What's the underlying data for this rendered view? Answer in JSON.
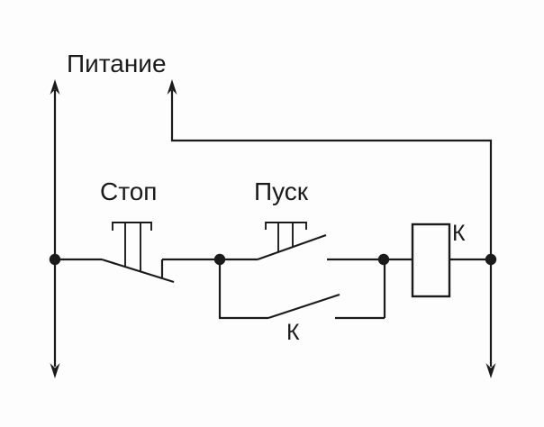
{
  "diagram": {
    "type": "electrical-schematic",
    "description_visible_text_only": true,
    "labels": {
      "power": "Питание",
      "stop_button": "Стоп",
      "start_button": "Пуск",
      "relay_coil": "К",
      "latch_contact": "К"
    },
    "colors": {
      "line": "#1b1b1b",
      "background": "#fdfdfd",
      "text": "#1b1b1b"
    }
  }
}
